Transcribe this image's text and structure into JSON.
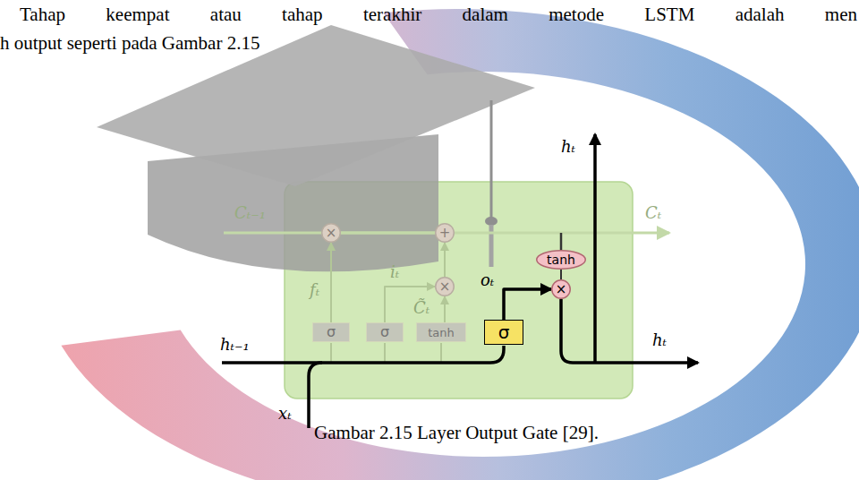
{
  "diagram": {
    "caption": "Gambar 2.15 Layer Output Gate [29].",
    "nodes": [
      {
        "text": [
          "×"
        ]
      },
      {
        "text": [
          "+"
        ]
      },
      {
        "text": [
          "×"
        ]
      },
      {
        "text": [
          "tanh"
        ]
      },
      {
        "text": [
          "×"
        ]
      },
      {
        "text": [
          "σ"
        ]
      },
      {
        "text": [
          "σ"
        ]
      },
      {
        "text": [
          "tanh"
        ]
      },
      {
        "text": [
          "σ"
        ]
      }
    ],
    "edges": [
      {
        "from": 5,
        "to": 0,
        "arrow": "to",
        "label": "fₜ"
      },
      {
        "from": 6,
        "to": 2,
        "arrow": "to",
        "label": "iₜ"
      },
      {
        "from": 7,
        "to": 2,
        "arrow": "to",
        "label": "C̃ₜ"
      },
      {
        "from": 0,
        "to": 1,
        "arrow": "none"
      },
      {
        "from": 2,
        "to": 1,
        "arrow": "to"
      },
      {
        "from": 8,
        "to": 4,
        "arrow": "to",
        "label": "oₜ"
      },
      {
        "from": 3,
        "to": 4,
        "arrow": "none"
      }
    ],
    "labels": [
      "Tahap keempat atau tahap terakhir dalam metode LSTM adalah men",
      "h output seperti pada Gambar 2.15",
      "hₜ",
      "Cₜ₋₁",
      "Cₜ",
      "hₜ",
      "hₜ₋₁",
      "xₜ"
    ]
  }
}
